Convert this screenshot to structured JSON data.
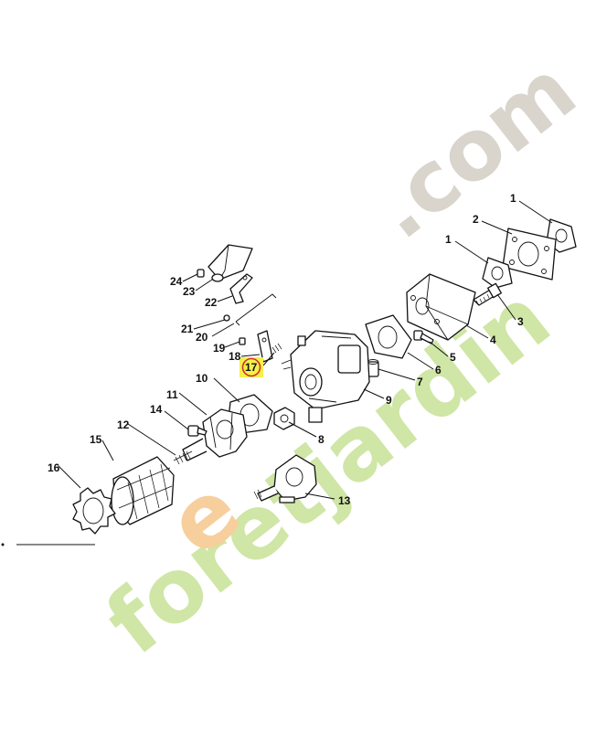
{
  "diagram": {
    "highlighted_part": "17",
    "highlight_color": "#f5f04a",
    "highlight_ring_color": "#d0312d",
    "parts": [
      {
        "id": "p1a",
        "label": "1"
      },
      {
        "id": "p2",
        "label": "2"
      },
      {
        "id": "p1b",
        "label": "1"
      },
      {
        "id": "p3",
        "label": "3"
      },
      {
        "id": "p4",
        "label": "4"
      },
      {
        "id": "p5",
        "label": "5"
      },
      {
        "id": "p6",
        "label": "6"
      },
      {
        "id": "p7",
        "label": "7"
      },
      {
        "id": "p8",
        "label": "8"
      },
      {
        "id": "p9",
        "label": "9"
      },
      {
        "id": "p10",
        "label": "10"
      },
      {
        "id": "p11",
        "label": "11"
      },
      {
        "id": "p12",
        "label": "12"
      },
      {
        "id": "p13",
        "label": "13"
      },
      {
        "id": "p14",
        "label": "14"
      },
      {
        "id": "p15",
        "label": "15"
      },
      {
        "id": "p16",
        "label": "16"
      },
      {
        "id": "p17",
        "label": "17"
      },
      {
        "id": "p18",
        "label": "18"
      },
      {
        "id": "p19",
        "label": "19"
      },
      {
        "id": "p20",
        "label": "20"
      },
      {
        "id": "p21",
        "label": "21"
      },
      {
        "id": "p22",
        "label": "22"
      },
      {
        "id": "p23",
        "label": "23"
      },
      {
        "id": "p24",
        "label": "24"
      }
    ]
  },
  "watermark": {
    "brand_green": "foretjardin",
    "brand_orange": "e",
    "brand_suffix": ".com",
    "green_color": "#cfe6a6",
    "orange_color": "#f6cf9c",
    "gray_color": "#d9d4cc"
  }
}
